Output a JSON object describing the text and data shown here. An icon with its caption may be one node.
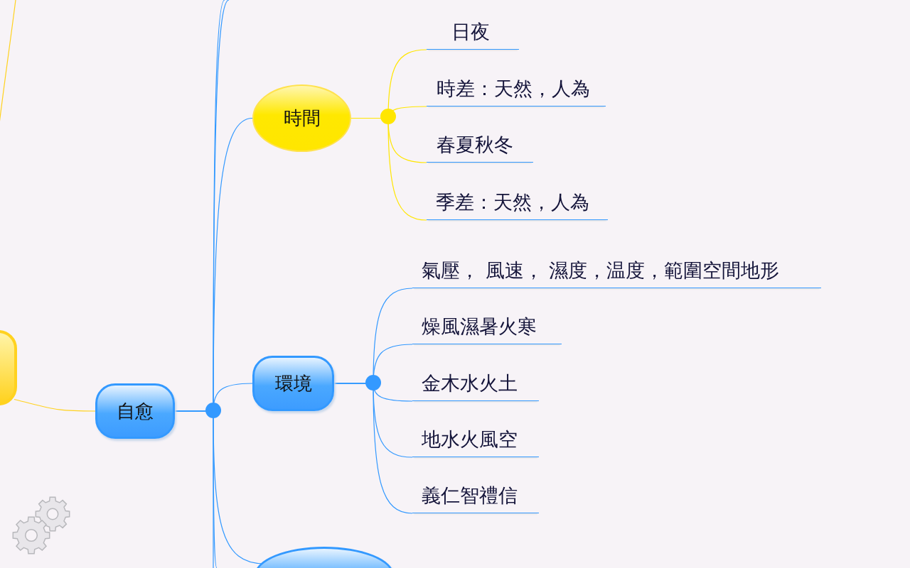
{
  "diagram": {
    "nodes": [
      {
        "text": [],
        "shape": "box"
      },
      {
        "text": [
          "自愈"
        ]
      },
      {
        "text": [
          "時間"
        ]
      },
      {
        "text": [
          "環境"
        ]
      },
      {
        "text": [],
        "shape": "ellipse"
      },
      {
        "text": [
          "日夜"
        ]
      },
      {
        "text": [
          "時差：天然，人為"
        ]
      },
      {
        "text": [
          "春夏秋冬"
        ]
      },
      {
        "text": [
          "季差：天然，人為"
        ]
      },
      {
        "text": [
          "氣壓， 風速， 濕度，温度，範圍空間地形"
        ]
      },
      {
        "text": [
          "燥風濕暑火寒"
        ]
      },
      {
        "text": [
          "金木水火土"
        ]
      },
      {
        "text": [
          "地水火風空"
        ]
      },
      {
        "text": [
          "義仁智禮信"
        ]
      }
    ],
    "edges": [
      {
        "from": 0,
        "to": 1,
        "arrow": "none",
        "color": "#ffd21f"
      },
      {
        "from": 0,
        "to": null,
        "arrow": "none",
        "color": "#ffd21f"
      },
      {
        "from": 1,
        "to": 2,
        "arrow": "none"
      },
      {
        "from": 1,
        "to": 3,
        "arrow": "none"
      },
      {
        "from": 1,
        "to": 4,
        "arrow": "none"
      },
      {
        "from": 1,
        "to": null,
        "arrow": "none"
      },
      {
        "from": 1,
        "to": null,
        "arrow": "none"
      },
      {
        "from": 1,
        "to": null,
        "arrow": "none"
      },
      {
        "from": 1,
        "to": null,
        "arrow": "none"
      },
      {
        "from": 2,
        "to": 5,
        "arrow": "none",
        "color": "#ffe600"
      },
      {
        "from": 2,
        "to": 6,
        "arrow": "none",
        "color": "#ffe600"
      },
      {
        "from": 2,
        "to": 7,
        "arrow": "none",
        "color": "#ffe600"
      },
      {
        "from": 2,
        "to": 8,
        "arrow": "none",
        "color": "#ffe600"
      },
      {
        "from": 3,
        "to": 9,
        "arrow": "none"
      },
      {
        "from": 3,
        "to": 10,
        "arrow": "none"
      },
      {
        "from": 3,
        "to": 11,
        "arrow": "none"
      },
      {
        "from": 3,
        "to": 12,
        "arrow": "none"
      },
      {
        "from": 3,
        "to": 13,
        "arrow": "none"
      }
    ]
  }
}
